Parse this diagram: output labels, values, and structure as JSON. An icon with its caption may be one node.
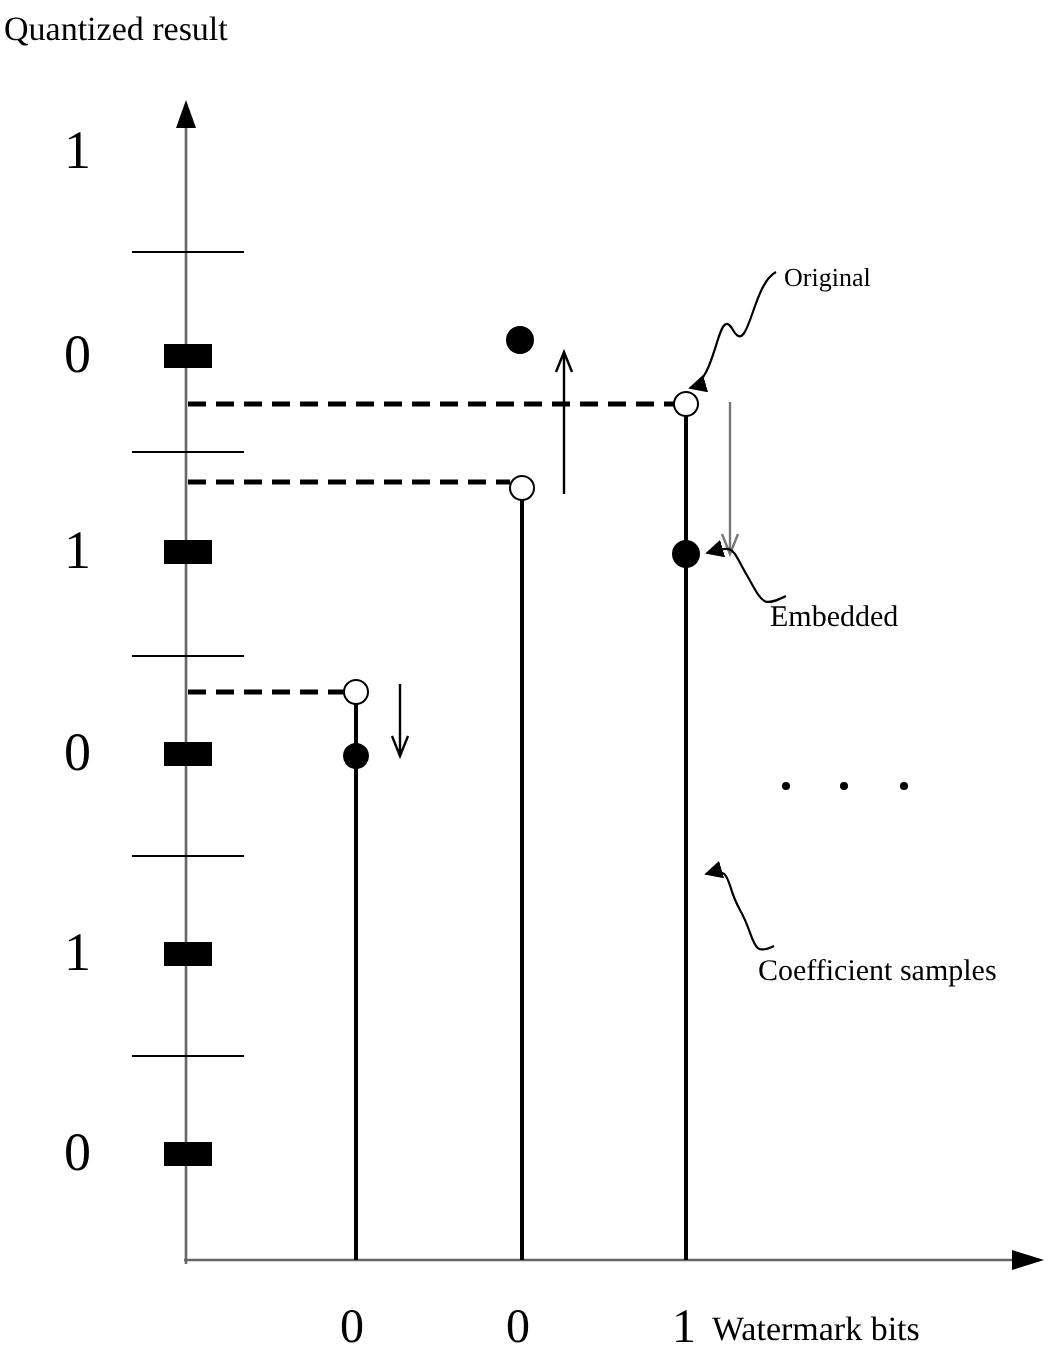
{
  "diagram": {
    "nodes": [
      {
        "text": [
          "Original"
        ]
      },
      {
        "text": [],
        "shape": "circle"
      },
      {
        "text": [],
        "shape": "circle"
      },
      {
        "text": [],
        "shape": "circle"
      },
      {
        "text": [
          "Embedded"
        ]
      },
      {
        "text": [],
        "shape": "circle"
      },
      {
        "text": [],
        "shape": "circle"
      },
      {
        "text": [],
        "shape": "circle"
      },
      {
        "text": [
          "Coefficient samples"
        ]
      },
      {
        "text": [],
        "shape": "bar"
      },
      {
        "text": [],
        "shape": "bar"
      },
      {
        "text": [],
        "shape": "bar"
      }
    ],
    "edges": [
      {
        "from": 0,
        "to": 2,
        "arrow": "to"
      },
      {
        "from": 4,
        "to": 5,
        "arrow": "to"
      },
      {
        "from": 8,
        "to": 11,
        "arrow": "to"
      }
    ],
    "labels": [
      "Quantized result",
      "1",
      "0",
      "1",
      "0",
      "1",
      "0",
      "0",
      "0",
      "1",
      "Watermark bits"
    ]
  }
}
